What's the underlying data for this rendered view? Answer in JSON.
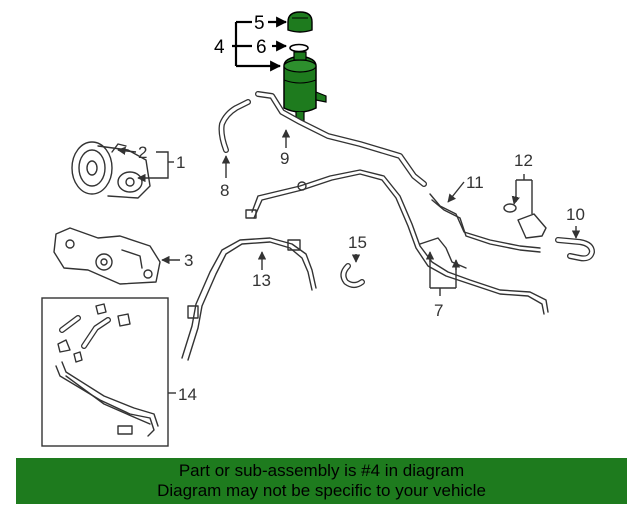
{
  "callouts": {
    "c1": "1",
    "c2": "2",
    "c3": "3",
    "c4": "4",
    "c5": "5",
    "c6": "6",
    "c7": "7",
    "c8": "8",
    "c9": "9",
    "c10": "10",
    "c11": "11",
    "c12": "12",
    "c13": "13",
    "c14": "14",
    "c15": "15"
  },
  "banner": {
    "line1": "Part or sub-assembly is #4 in diagram",
    "line2": "Diagram may not be specific to your vehicle"
  },
  "colors": {
    "highlight": "#1e7b1e",
    "banner": "#1e7b1e",
    "line": "#333333"
  }
}
